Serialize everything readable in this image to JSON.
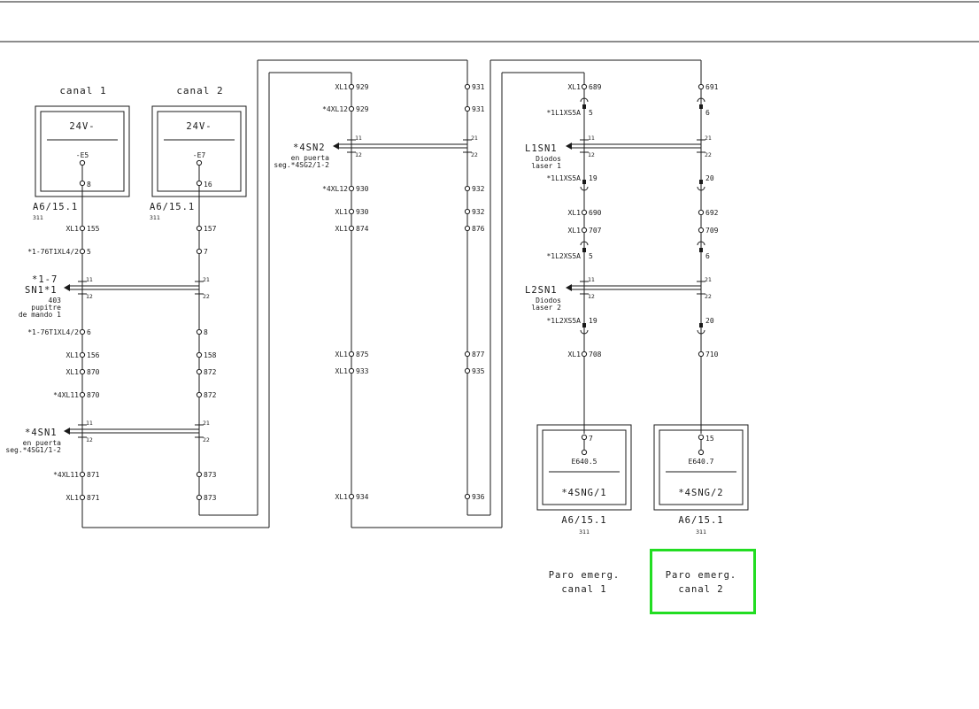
{
  "colors": {
    "line": "#1a1a1a",
    "highlight": "#22dd22",
    "background": "#ffffff"
  },
  "psu": {
    "canal1": {
      "title": "canal 1",
      "voltage": "24V-",
      "ref": "-E5",
      "terminal": "8",
      "page": "A6/15.1",
      "sub": "311"
    },
    "canal2": {
      "title": "canal 2",
      "voltage": "24V-",
      "ref": "-E7",
      "terminal": "16",
      "page": "A6/15.1",
      "sub": "311"
    }
  },
  "col1_labels": {
    "xl1_155": "XL1",
    "n155": "155",
    "xl4_5": "*1-76T1XL4/2",
    "n5": "5",
    "xl4_6": "*1-76T1XL4/2",
    "n6": "6",
    "xl1_156": "XL1",
    "n156": "156",
    "xl1_870": "XL1",
    "n870": "870",
    "xl11_870": "*4XL11",
    "n870b": "870",
    "xl11_871": "*4XL11",
    "n871": "871",
    "xl1_871": "XL1",
    "n871b": "871"
  },
  "col2_labels": {
    "n157": "157",
    "n7": "7",
    "n8": "8",
    "n158": "158",
    "n872": "872",
    "n872b": "872",
    "n873": "873",
    "n873b": "873"
  },
  "sn1": {
    "tag_top": "*1-7",
    "tag": "SN1*1",
    "code": "403",
    "desc1": "pupitre",
    "desc2": "de mando 1",
    "c11": "11",
    "c12": "12",
    "c21": "21",
    "c22": "22"
  },
  "sn4_1": {
    "tag": "*4SN1",
    "desc1": "en puerta",
    "desc2": "seg.*4SG1/1-2",
    "c11": "11",
    "c12": "12",
    "c21": "21",
    "c22": "22"
  },
  "col3_labels": {
    "xl1_929": "XL1",
    "n929": "929",
    "xl12_929": "*4XL12",
    "n929b": "929",
    "xl12_930": "*4XL12",
    "n930": "930",
    "xl1_930": "XL1",
    "n930b": "930",
    "xl1_874": "XL1",
    "n874": "874",
    "xl1_875": "XL1",
    "n875": "875",
    "xl1_933": "XL1",
    "n933": "933",
    "xl1_934": "XL1",
    "n934": "934"
  },
  "col4_labels": {
    "n931": "931",
    "n931b": "931",
    "n932": "932",
    "n932b": "932",
    "n876": "876",
    "n877": "877",
    "n935": "935",
    "n936": "936"
  },
  "sn4_2": {
    "tag": "*4SN2",
    "desc1": "en puerta",
    "desc2": "seg.*4SG2/1-2",
    "c11": "11",
    "c12": "12",
    "c21": "21",
    "c22": "22"
  },
  "col5_labels": {
    "xl1_689": "XL1",
    "n689": "689",
    "xs5a_5": "*1L1XS5A",
    "n5": "5",
    "xs5a_19": "*1L1XS5A",
    "n19": "19",
    "xl1_690": "XL1",
    "n690": "690",
    "xl1_707": "XL1",
    "n707": "707",
    "xs5a2_5": "*1L2XS5A",
    "n5b": "5",
    "xs5a2_19": "*1L2XS5A",
    "n19b": "19",
    "xl1_708": "XL1",
    "n708": "708"
  },
  "col6_labels": {
    "n691": "691",
    "n6": "6",
    "n20": "20",
    "n692": "692",
    "n709": "709",
    "n6b": "6",
    "n20b": "20",
    "n710": "710"
  },
  "l1sn1": {
    "tag": "L1SN1",
    "desc1": "Diodos",
    "desc2": "laser 1",
    "c11": "11",
    "c12": "12",
    "c21": "21",
    "c22": "22"
  },
  "l2sn1": {
    "tag": "L2SN1",
    "desc1": "Diodos",
    "desc2": "laser 2",
    "c11": "11",
    "c12": "12",
    "c21": "21",
    "c22": "22"
  },
  "inputs": {
    "in1": {
      "terminal": "7",
      "address": "E640.5",
      "tag": "*4SNG/1",
      "page": "A6/15.1",
      "sub": "311"
    },
    "in2": {
      "terminal": "15",
      "address": "E640.7",
      "tag": "*4SNG/2",
      "page": "A6/15.1",
      "sub": "311"
    }
  },
  "footer": {
    "label1_line1": "Paro emerg.",
    "label1_line2": "canal 1",
    "label2_line1": "Paro emerg.",
    "label2_line2": "canal 2"
  }
}
